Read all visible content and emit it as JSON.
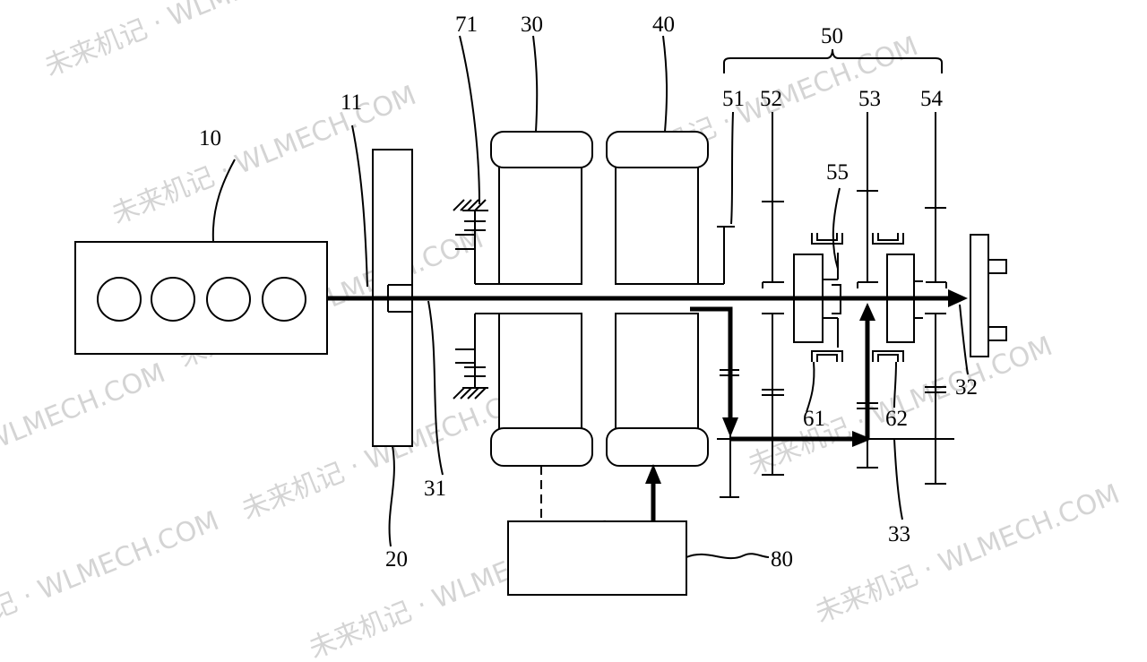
{
  "watermarks": [
    "未来机记 · WLMECH.COM",
    "未来机记 · WLMECH.COM",
    "未来机记 · WLMECH.COM",
    "未来机记 · WLMECH.COM",
    "未来机记 · WLMECH.COM",
    "未来机记 · WLMECH.COM",
    "未来机记 · WLMECH.COM",
    "未来机记 · WLMECH.COM",
    "未来机记 · WLMECH.COM",
    "未来机记 · WLMECH.COM"
  ],
  "labels": {
    "engine": "10",
    "shaft11": "11",
    "damper": "20",
    "gen30": "30",
    "shaft31": "31",
    "shaft32": "32",
    "shaft33": "33",
    "motor40": "40",
    "gearset50": "50",
    "gear51": "51",
    "gear52": "52",
    "gear53": "53",
    "gear54": "54",
    "gear55": "55",
    "sync61": "61",
    "sync62": "62",
    "brake71": "71",
    "controller80": "80"
  }
}
